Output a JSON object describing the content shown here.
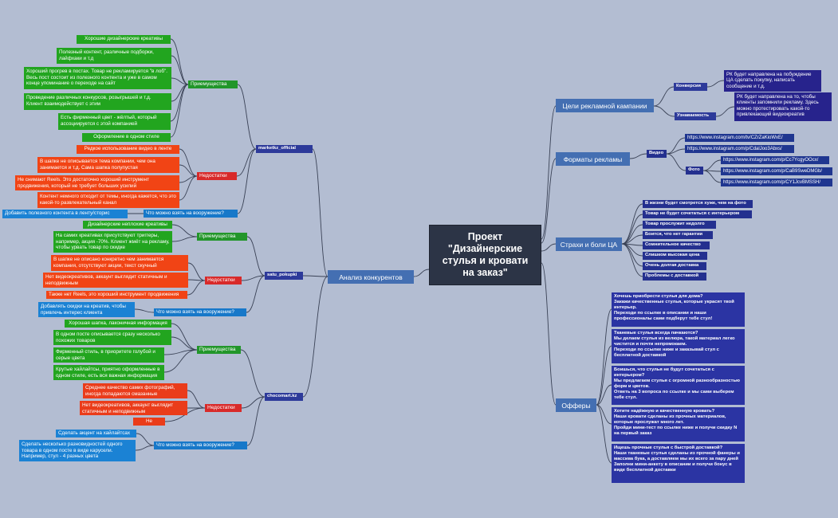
{
  "center": "Проект\n\"Дизайнерские\nстулья и кровати\nна заказ\"",
  "right": {
    "goals": {
      "title": "Цели рекламной кампании",
      "conversion": {
        "label": "Конверсия",
        "text": "РК будет направлена на побуждение ЦА сделать покупку, написать сообщение и т.д."
      },
      "awareness": {
        "label": "Узнаваемость",
        "text": "РК будет направлена на то, чтобы клиенты запомнили рекламу. Здесь можно протестировать какой-то привлекающий видеокреатив"
      }
    },
    "formats": {
      "title": "Форматы рекламы",
      "video": "Видео",
      "video_urls": [
        "https://www.instagram.com/tv/CZrZaKioWxE/",
        "https://www.instagram.com/p/CdalJoo3Abxs/"
      ],
      "photo": "Фото",
      "photo_urls": [
        "https://www.instagram.com/p/Cc7YcgyOOcx/",
        "https://www.instagram.com/p/CaB9SweDMGb/",
        "https://www.instagram.com/p/CY1JcvBMSSH/"
      ]
    },
    "fears": {
      "title": "Страхи и боли ЦА",
      "items": [
        "В жизни будет смотрется хуже, чем на фото",
        "Товар не будет сочетаться с интерьером",
        "Товар прослужит недолго",
        "Боится, что нет гарантии",
        "Сомнительное качество",
        "Слишком высокая цена",
        "Очень долгая доставка",
        "Проблемы с доставкой"
      ]
    },
    "offers": {
      "title": "Офферы",
      "items": [
        "Хочешь приобрести стулья для дома?\nЗакажи качественные стулья, которые украсят твой интерьер.\nПереходи по ссылке в описании и наши профессионалы сами подберут тебе стул!",
        "Тканевые стулья всегда пачкаются?\nМы делаем стулья из велюра, такой материал легко чистится и почти непромокаем.\nПереходи по ссылке ниже и заказывай стул с бесплатной доставкой",
        "Боишься, что стулья не будут сочетаться с интерьером?\nМы предлагаем стулья с огромной разнообразностью форм и цветов.\nОтветь на 3 вопроса по ссылке и мы сами выберем тебе стул.",
        "Хотите надёжную и качественную кровать?\nНаши кровати сделаны из прочных материалов, которые прослужат много лет.\nПройди мини-тест по ссылке ниже и получи скидку N на первый заказ",
        "Ищешь прочные стулья с быстрой доставкой?\nНаши тканевые стулья сделаны из прочной фанеры и массива бука, а доставляем мы их всего за пару дней\nЗаполни мини-анкету в описании и получи бонус в виде бесплатной доставки"
      ]
    }
  },
  "left": {
    "title": "Анализ конкурентов",
    "adv_label": "Приемущества",
    "dis_label": "Недостатки",
    "ask_label": "Что можно взять на вооружение?",
    "marketkz": {
      "name": "marketkz_official",
      "advantages": [
        "Хорошие дизайнерские креативы",
        "Полезный контент, различные подборки, лайфхаки и т.д",
        "Хороший прогрев в постах. Товар не рекламируется \"в лоб\". Весь пост состоит из полезного контента и уже в самом конце упоминание о переходе на сайт",
        "Проведение различных конкурсов, розыгрышей и т.д. Клиент взаимодействует с этим",
        "Есть фирменный цвет - жёлтый, который ассоциируется с этой компанией",
        "Оформление в одном стиле"
      ],
      "disadvantages": [
        "Редкое использование видео в ленте",
        "В шапке не описывается тема компании, чем она занимается и т.д. Сама шапка полупустая",
        "Не снимают Reels. Это достаточно хороший инструмент продвижения, который не требует больших усилий",
        "Контент немного отходит от темы, иногда кажется, что это какой-то развлекательный канал"
      ],
      "take": [
        "Добавить полезного контента в ленту/сторис"
      ]
    },
    "satu": {
      "name": "satu_pokupki",
      "advantages": [
        "Дизайнерские неплохие креативы",
        "На самих креативах присутствуют триггеры, например, акция -70%. Клиент жмёт на рекламу, чтобы урвать товар по скидке"
      ],
      "disadvantages": [
        "В шапке не описано конкретно чем занимается компания, отсутствуют акции, текст скучный",
        "Нет видеокреативов, аккаунт выглядит статичным и неподвижным",
        "Также нет Reels, это хороший инструмент продвижения"
      ],
      "take": [
        "Добавлять скидки на креатив, чтобы привлечь интерес клиента"
      ]
    },
    "chocomart": {
      "name": "chocomart.kz",
      "advantages": [
        "Хорошая шапка, лаконичная информация",
        "В одном посте описывается сразу несколько похожих товаров",
        "Фирменный стиль, в приоритете голубой и серые цвета",
        "Крутые хайлайтсы, приятно оформленные в одном стиле, есть вся важная информация"
      ],
      "disadvantages": [
        "Среднее качество самих фотографий, иногда попадаются смазанные",
        "Нет видеокреативов, аккаунт выглядит статичным и неподвижным",
        "Не снимают Reels"
      ],
      "take": [
        "Сделать акцент на хайлайтсах",
        "Сделать несколько разновидностей одного товара в одном посте в виде карусели. Например, стул - 4 разных цвета"
      ]
    }
  }
}
